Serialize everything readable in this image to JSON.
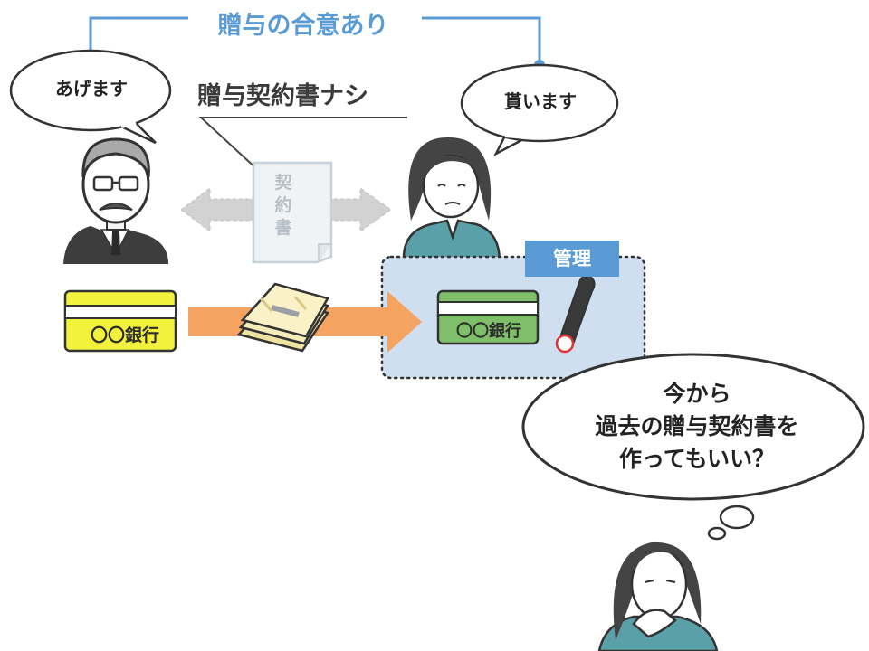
{
  "header": {
    "gift_agreement": "贈与の合意あり"
  },
  "labels": {
    "no_gift_contract": "贈与契約書ナシ",
    "management": "管理"
  },
  "bubbles": {
    "giver": "あげます",
    "receiver": "貰います"
  },
  "banks": {
    "source_bank": "〇〇銀行",
    "destination_bank": "〇〇銀行"
  },
  "contract_document": {
    "lines": [
      "契",
      "約",
      "書"
    ]
  },
  "question": {
    "lines": [
      "今から",
      "過去の贈与契約書を",
      "作ってもいい？"
    ]
  },
  "colors": {
    "accent_blue": "#5b9bd5",
    "management_area": "#cfdff0",
    "arrow_orange": "#f4a460",
    "bankbook_yellow": "#f2f23c",
    "bankbook_green": "#7fbf6a",
    "gray_arrow": "#d2d2d2"
  },
  "icons": [
    "elderly-man-icon",
    "young-woman-icon",
    "thinking-woman-icon",
    "money-bundle-icon",
    "personal-seal-icon",
    "contract-document-icon"
  ]
}
